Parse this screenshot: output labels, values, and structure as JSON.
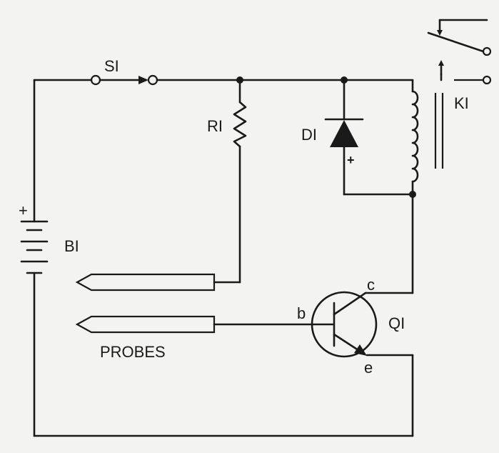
{
  "diagram": {
    "components": {
      "switch": "SI",
      "resistor": "RI",
      "diode": "DI",
      "relay": "KI",
      "battery": "BI",
      "transistor": "QI"
    },
    "terminals": {
      "collector": "c",
      "base": "b",
      "emitter": "e"
    },
    "polarity": {
      "battery_plus": "+",
      "diode_plus": "+"
    },
    "probes_label": "PROBES"
  }
}
